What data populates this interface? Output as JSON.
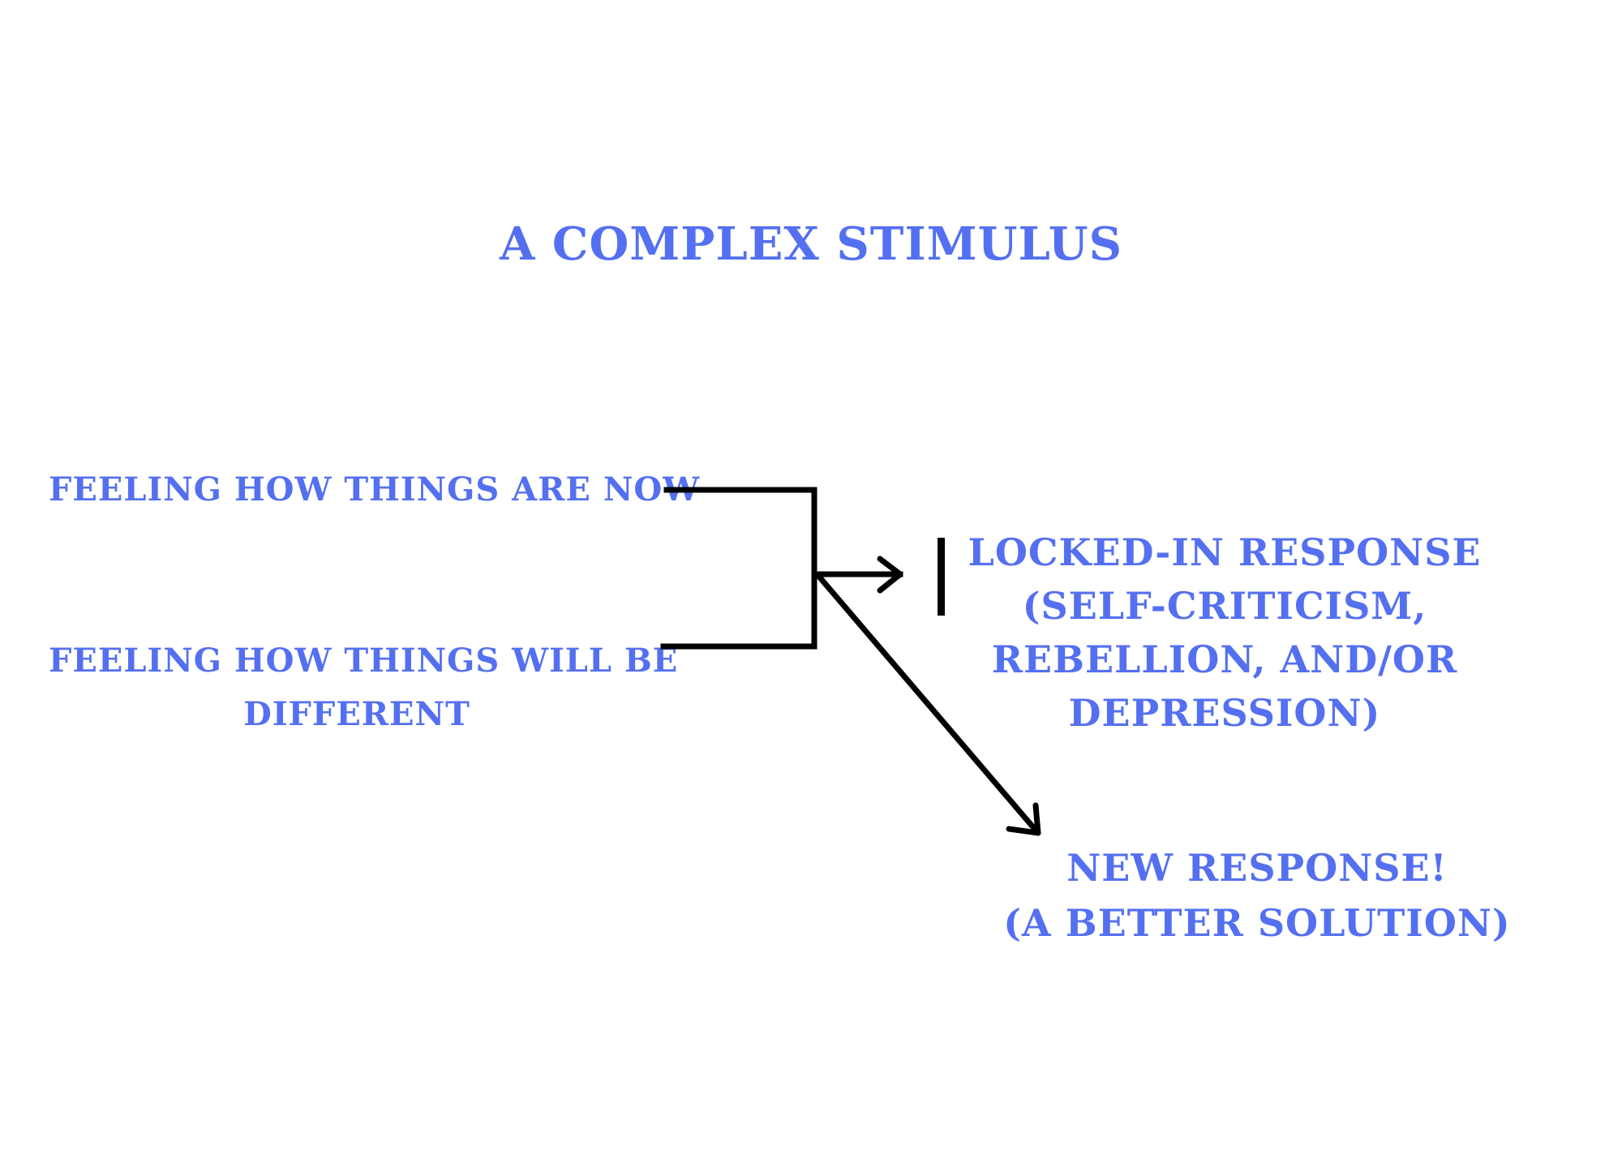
{
  "title": "A COMPLEX STIMULUS",
  "inputs": [
    {
      "label_lines": [
        "FEELING HOW THINGS ARE NOW"
      ]
    },
    {
      "label_lines": [
        "FEELING HOW THINGS WILL BE",
        "DIFFERENT"
      ]
    }
  ],
  "outcomes": {
    "locked": {
      "label_lines": [
        "LOCKED-IN RESPONSE",
        "(SELF-CRITICISM,",
        "REBELLION, AND/OR",
        "DEPRESSION)"
      ]
    },
    "new": {
      "label_lines": [
        "NEW RESPONSE!",
        "(A BETTER SOLUTION)"
      ]
    }
  },
  "colors": {
    "text": "#5470f0",
    "lines": "#000000",
    "background": "#ffffff"
  }
}
